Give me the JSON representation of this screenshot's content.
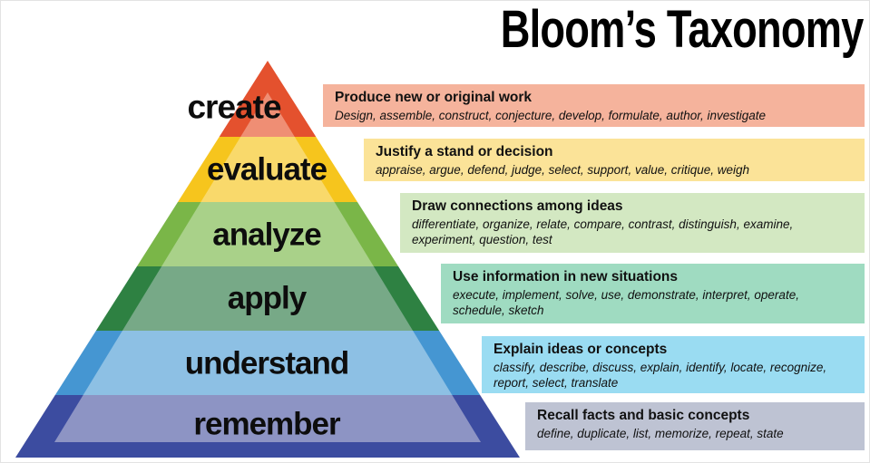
{
  "title": "Bloom’s Taxonomy",
  "pyramid": {
    "levels": [
      {
        "label": "create",
        "color_dark": "#E4512E",
        "color_light": "#EF8E74",
        "box_color": "#F5B39C",
        "heading": "Produce new or original work",
        "verbs": "Design, assemble, construct, conjecture, develop, formulate, author, investigate"
      },
      {
        "label": "evaluate",
        "color_dark": "#F6C51D",
        "color_light": "#F9D96B",
        "box_color": "#FBE398",
        "heading": "Justify a stand or decision",
        "verbs": "appraise, argue, defend, judge, select, support, value, critique, weigh"
      },
      {
        "label": "analyze",
        "color_dark": "#7AB648",
        "color_light": "#A9D189",
        "box_color": "#D3E8C2",
        "heading": "Draw connections among ideas",
        "verbs": "differentiate, organize, relate, compare, contrast, distinguish, examine, experiment, question, test"
      },
      {
        "label": "apply",
        "color_dark": "#2E8142",
        "color_light": "#77A987",
        "box_color": "#9FDBC1",
        "heading": "Use information in new situations",
        "verbs": "execute, implement, solve, use, demonstrate, interpret, operate, schedule, sketch"
      },
      {
        "label": "understand",
        "color_dark": "#4596D2",
        "color_light": "#8DC0E4",
        "box_color": "#9ADCF2",
        "heading": "Explain ideas or concepts",
        "verbs": "classify, describe, discuss, explain, identify, locate, recognize, report, select, translate"
      },
      {
        "label": "remember",
        "color_dark": "#3C4CA0",
        "color_light": "#8D94C4",
        "box_color": "#BEC3D3",
        "heading": "Recall facts and basic concepts",
        "verbs": "define, duplicate, list, memorize, repeat, state"
      }
    ]
  }
}
